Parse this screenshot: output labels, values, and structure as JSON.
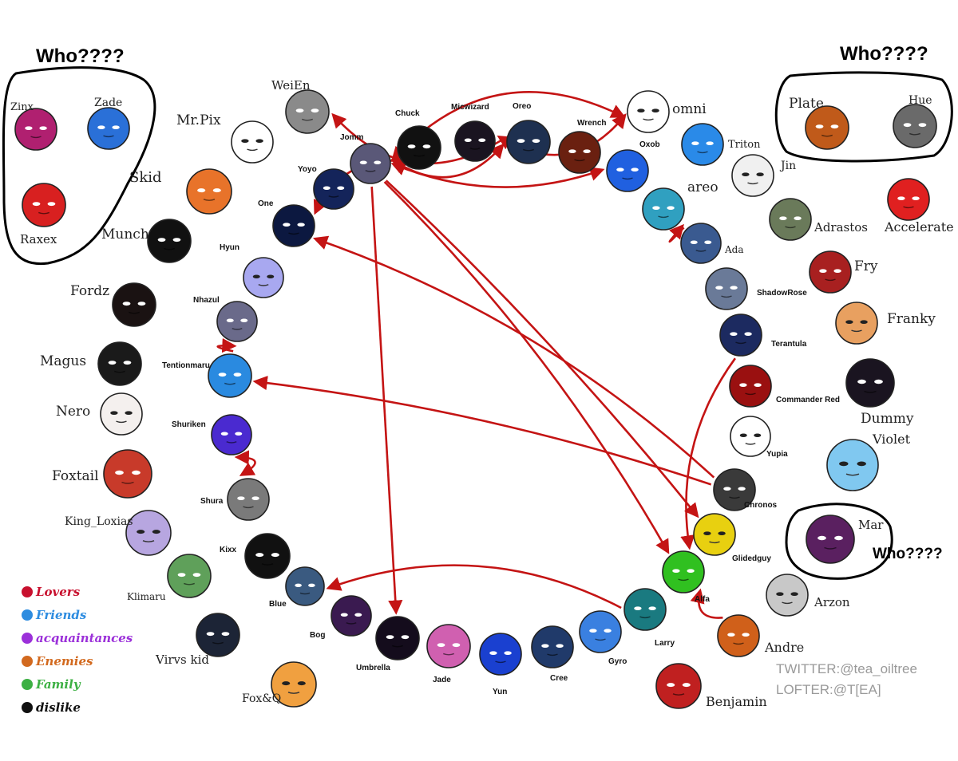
{
  "unknown_labels": [
    "Who????",
    "Who????",
    "Who????"
  ],
  "legend": [
    {
      "label": "Lovers",
      "color": "#c8102e"
    },
    {
      "label": "Friends",
      "color": "#2d8ce0"
    },
    {
      "label": "acquaintances",
      "color": "#9b30d9"
    },
    {
      "label": "Enemies",
      "color": "#d2691e"
    },
    {
      "label": "Family",
      "color": "#3cb043"
    },
    {
      "label": "dislike",
      "color": "#111111"
    }
  ],
  "credits": [
    "TWITTER:@tea_oiltree",
    "LOFTER:@T[EA]"
  ],
  "arrow_color": "#c41414",
  "characters": [
    {
      "id": "weien",
      "name": "WeiEn",
      "color": "#8a8a8a"
    },
    {
      "id": "mrpix",
      "name": "Mr.Pix",
      "color": "#ffffff"
    },
    {
      "id": "skid",
      "name": "Skid",
      "color": "#e8732a"
    },
    {
      "id": "munch",
      "name": "Munch",
      "color": "#111111"
    },
    {
      "id": "fordz",
      "name": "Fordz",
      "color": "#1a1212"
    },
    {
      "id": "magus",
      "name": "Magus",
      "color": "#1a1a1a"
    },
    {
      "id": "nero",
      "name": "Nero",
      "color": "#f4f0ee"
    },
    {
      "id": "foxtail",
      "name": "Foxtail",
      "color": "#c83a2a"
    },
    {
      "id": "kingloxias",
      "name": "King_Loxias",
      "color": "#b7a6e0"
    },
    {
      "id": "klimaru",
      "name": "Klimaru",
      "color": "#5fa05a"
    },
    {
      "id": "virvskid",
      "name": "Virvs kid",
      "color": "#1c2436"
    },
    {
      "id": "foxq",
      "name": "Fox&Q",
      "color": "#f0a040"
    },
    {
      "id": "jomm",
      "name": "Jomm",
      "color": "#5a5878"
    },
    {
      "id": "chuck",
      "name": "Chuck",
      "color": "#111111"
    },
    {
      "id": "micwizard",
      "name": "Micwizard",
      "color": "#1a1420"
    },
    {
      "id": "oreo",
      "name": "Oreo",
      "color": "#1e3050"
    },
    {
      "id": "yoyo",
      "name": "Yoyo",
      "color": "#14245a"
    },
    {
      "id": "one",
      "name": "One",
      "color": "#0c1840"
    },
    {
      "id": "hyun",
      "name": "Hyun",
      "color": "#a8a8f0"
    },
    {
      "id": "nhazul",
      "name": "Nhazul",
      "color": "#6a6a8a"
    },
    {
      "id": "tentionmaru",
      "name": "Tentionmaru",
      "color": "#2a8ae0"
    },
    {
      "id": "shuriken",
      "name": "Shuriken",
      "color": "#4a2ad0"
    },
    {
      "id": "shura",
      "name": "Shura",
      "color": "#7a7a7a"
    },
    {
      "id": "kixx",
      "name": "Kixx",
      "color": "#111111"
    },
    {
      "id": "blue",
      "name": "Blue",
      "color": "#3a5a80"
    },
    {
      "id": "bog",
      "name": "Bog",
      "color": "#3a1a50"
    },
    {
      "id": "umbrella",
      "name": "Umbrella",
      "color": "#140c1c"
    },
    {
      "id": "jade",
      "name": "Jade",
      "color": "#d060b0"
    },
    {
      "id": "yun",
      "name": "Yun",
      "color": "#1a40d0"
    },
    {
      "id": "cree",
      "name": "Cree",
      "color": "#203a6a"
    },
    {
      "id": "gyro",
      "name": "Gyro",
      "color": "#3a80e0"
    },
    {
      "id": "larry",
      "name": "Larry",
      "color": "#1a7a80"
    },
    {
      "id": "alfa",
      "name": "Alfa",
      "color": "#30c020"
    },
    {
      "id": "glidedguy",
      "name": "Glidedguy",
      "color": "#e8d010"
    },
    {
      "id": "chronos",
      "name": "Chronos",
      "color": "#3a3a3a"
    },
    {
      "id": "yupia",
      "name": "Yupia",
      "color": "#ffffff"
    },
    {
      "id": "commanderred",
      "name": "Commander Red",
      "color": "#9a1010"
    },
    {
      "id": "terantula",
      "name": "Terantula",
      "color": "#1c2a60"
    },
    {
      "id": "shadowrose",
      "name": "ShadowRose",
      "color": "#6a7a98"
    },
    {
      "id": "ada",
      "name": "Ada",
      "color": "#3a5a90"
    },
    {
      "id": "areo",
      "name": "areo",
      "color": "#30a0c0"
    },
    {
      "id": "oxob",
      "name": "Oxob",
      "color": "#2060e0"
    },
    {
      "id": "wrench",
      "name": "Wrench",
      "color": "#6a2010"
    },
    {
      "id": "omni",
      "name": "omni",
      "color": "#ffffff"
    },
    {
      "id": "triton",
      "name": "Triton",
      "color": "#2a8ae8"
    },
    {
      "id": "jin",
      "name": "Jin",
      "color": "#f0f0f0"
    },
    {
      "id": "adrastos",
      "name": "Adrastos",
      "color": "#6a7a5a"
    },
    {
      "id": "accelerate",
      "name": "Accelerate",
      "color": "#e02020"
    },
    {
      "id": "fry",
      "name": "Fry",
      "color": "#a82020"
    },
    {
      "id": "franky",
      "name": "Franky",
      "color": "#e8a060"
    },
    {
      "id": "dummy",
      "name": "Dummy",
      "color": "#1a1420"
    },
    {
      "id": "violet",
      "name": "Violet",
      "color": "#80c8f0"
    },
    {
      "id": "mar",
      "name": "Mar",
      "color": "#5a2060"
    },
    {
      "id": "arzon",
      "name": "Arzon",
      "color": "#c8c8c8"
    },
    {
      "id": "andre",
      "name": "Andre",
      "color": "#d0601a"
    },
    {
      "id": "benjamin",
      "name": "Benjamin",
      "color": "#c02020"
    },
    {
      "id": "zinx",
      "name": "Zinx",
      "color": "#b02070"
    },
    {
      "id": "zade",
      "name": "Zade",
      "color": "#2a70d8"
    },
    {
      "id": "raxex",
      "name": "Raxex",
      "color": "#d82020"
    },
    {
      "id": "plate",
      "name": "Plate",
      "color": "#c05a1a"
    },
    {
      "id": "hue",
      "name": "Hue",
      "color": "#6a6a6a"
    }
  ]
}
